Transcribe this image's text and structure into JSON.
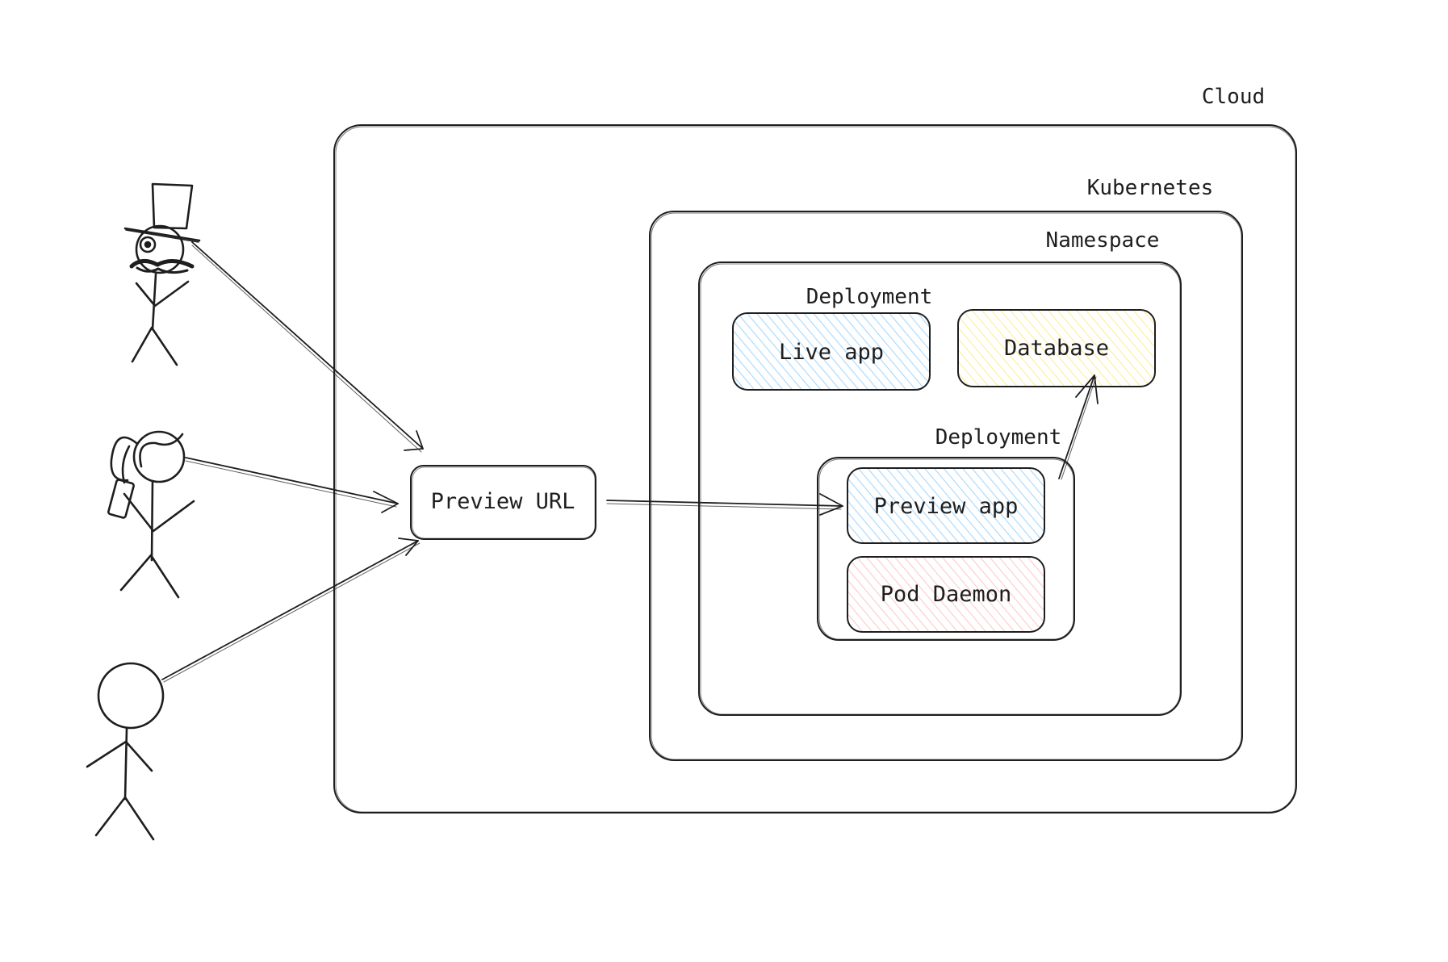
{
  "labels": {
    "cloud": "Cloud",
    "kubernetes": "Kubernetes",
    "namespace": "Namespace",
    "deployment_live": "Deployment",
    "deployment_preview": "Deployment",
    "live_app": "Live app",
    "database": "Database",
    "preview_url": "Preview URL",
    "preview_app": "Preview app",
    "pod_daemon": "Pod Daemon"
  },
  "colors": {
    "stroke": "#1e1e1e",
    "live_app_fill": "#a5d8ff",
    "database_fill": "#ffec99",
    "preview_app_fill": "#a5d8ff",
    "pod_daemon_fill": "#ffc9c9"
  },
  "icons": {
    "user_1": "stick-figure-top-hat-monocle-icon",
    "user_2": "stick-figure-ponytail-phone-icon",
    "user_3": "stick-figure-plain-icon"
  }
}
